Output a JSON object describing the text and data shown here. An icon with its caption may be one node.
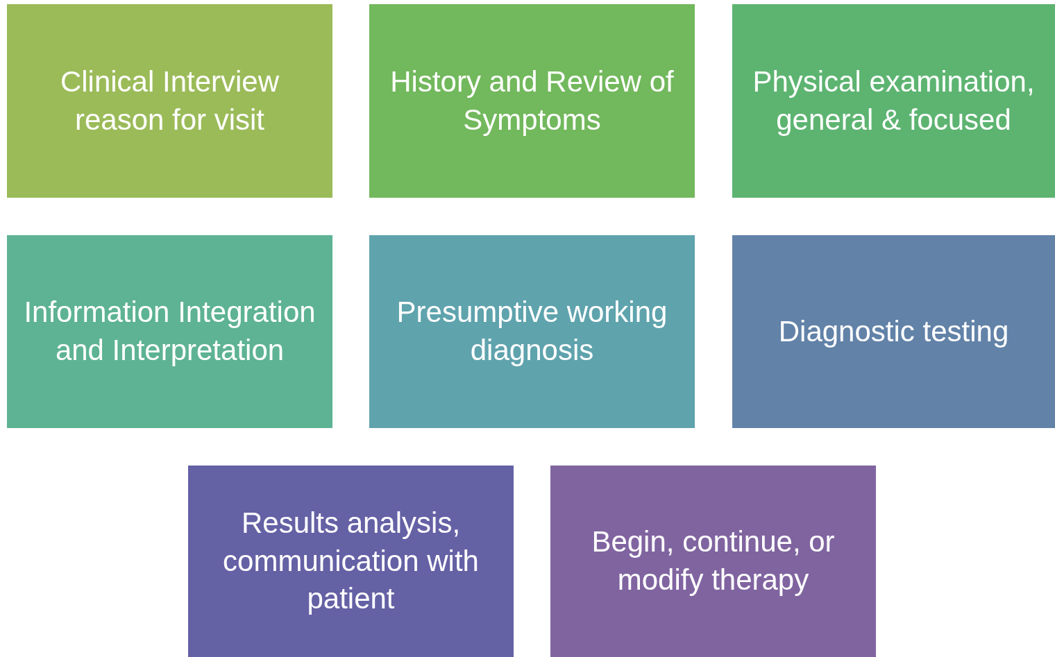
{
  "diagram": {
    "nodes": [
      {
        "text": [
          "Clinical Interview reason for visit"
        ]
      },
      {
        "text": [
          "History and Review of Symptoms"
        ]
      },
      {
        "text": [
          "Physical examination, general & focused"
        ]
      },
      {
        "text": [
          "Information Integration and Interpretation"
        ]
      },
      {
        "text": [
          "Presumptive working diagnosis"
        ]
      },
      {
        "text": [
          "Diagnostic testing"
        ]
      },
      {
        "text": [
          "Results analysis, communication with patient"
        ]
      },
      {
        "text": [
          "Begin, continue, or modify therapy"
        ]
      }
    ]
  }
}
